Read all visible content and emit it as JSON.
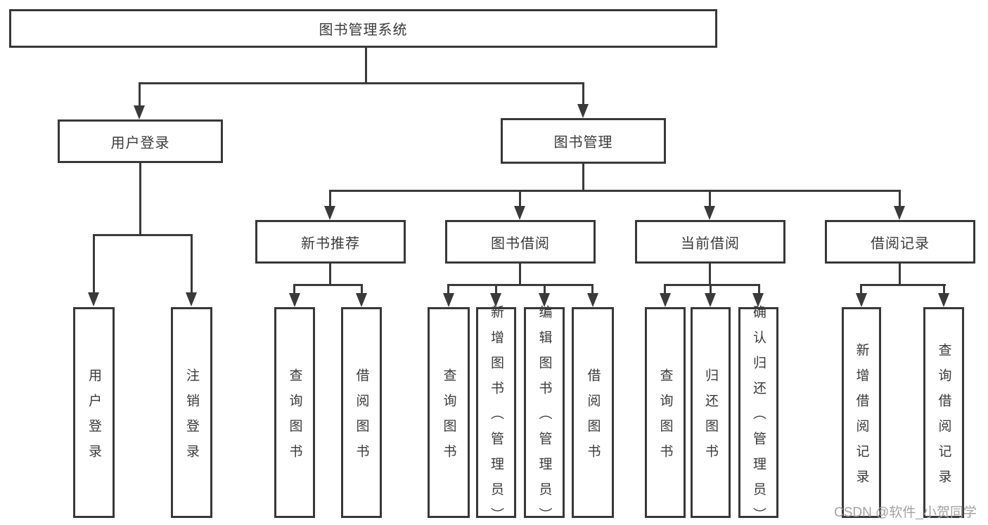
{
  "root": {
    "label": "图书管理系统"
  },
  "login": {
    "label": "用户登录",
    "children": [
      "用户登录",
      "注销登录"
    ]
  },
  "mgmt": {
    "label": "图书管理",
    "sections": [
      {
        "label": "新书推荐",
        "children": [
          "查询图书",
          "借阅图书"
        ]
      },
      {
        "label": "图书借阅",
        "children": [
          "查询图书",
          "新增图书（管理员）",
          "编辑图书（管理员）",
          "借阅图书"
        ]
      },
      {
        "label": "当前借阅",
        "children": [
          "查询图书",
          "归还图书",
          "确认归还（管理员）"
        ]
      },
      {
        "label": "借阅记录",
        "children": [
          "新增借阅记录",
          "查询借阅记录"
        ]
      }
    ]
  },
  "watermark": "CSDN @软件_小贺同学",
  "colors": {
    "line": "#3a3a3a",
    "box_border": "#383838",
    "box_fill": "#ffffff",
    "text": "#3a3a3a",
    "watermark_text": "#a3a3a3"
  }
}
